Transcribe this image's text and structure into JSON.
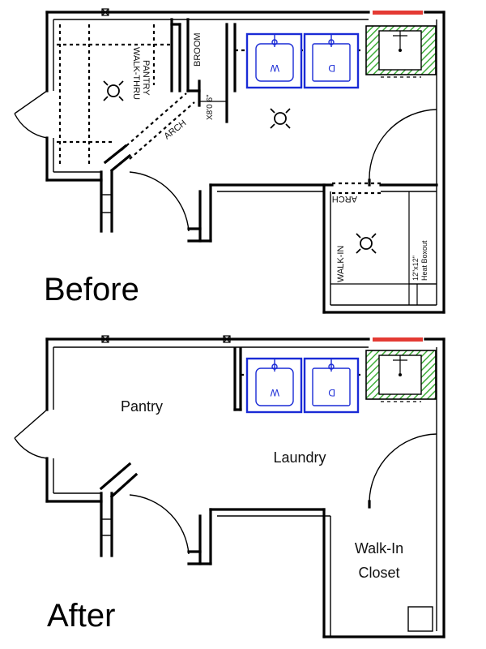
{
  "before": {
    "title": "Before",
    "labels": {
      "walk_thru_pantry_1": "WALK-THRU",
      "walk_thru_pantry_2": "PANTRY",
      "broom": "BROOM",
      "dimension": "X8'0 6\"",
      "arch_left": "ARCH",
      "arch_right": "ARCH",
      "walk_in": "WALK-IN",
      "heat_boxout_1": "12\"x12\"",
      "heat_boxout_2": "Heat Boxout"
    },
    "washer_letter": "W",
    "dryer_letter": "D"
  },
  "after": {
    "title": "After",
    "labels": {
      "pantry": "Pantry",
      "laundry": "Laundry",
      "walk_in_closet_1": "Walk-In",
      "walk_in_closet_2": "Closet"
    },
    "washer_letter": "W",
    "dryer_letter": "D"
  },
  "colors": {
    "appliance": "#1a2bd6",
    "sink_hatch": "#3fae3a",
    "window_red": "#e43a33"
  }
}
